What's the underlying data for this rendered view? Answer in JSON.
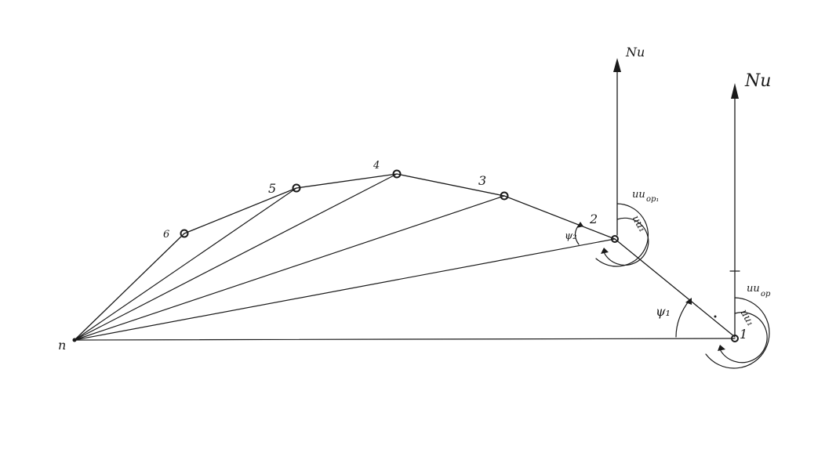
{
  "diagram": {
    "point_labels": {
      "n": "n",
      "p1": "1",
      "p2": "2",
      "p3": "3",
      "p4": "4",
      "p5": "5",
      "p6": "6"
    },
    "north_labels": {
      "north1": "Nu",
      "north2": "Nu"
    },
    "angle_labels": {
      "psi1": "ψ₁",
      "psi2": "ψ₂"
    },
    "azimuth_labels": {
      "az1_outer": "uu",
      "az1_outer_sub": "ор",
      "az1_inner": "uu₁",
      "az2_outer": "uu",
      "az2_outer_sub": "ор₁",
      "az2_inner": "uu₁"
    }
  }
}
